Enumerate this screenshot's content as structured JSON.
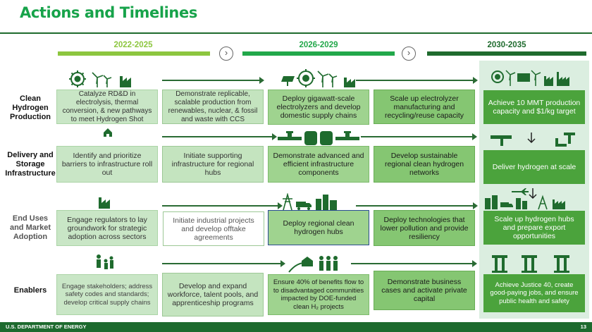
{
  "title": "Actions and Timelines",
  "phases": [
    "2022-2025",
    "2026-2029",
    "2030-2035"
  ],
  "colors": {
    "phase1": "#8dc63f",
    "phase2": "#22a84a",
    "phase3": "#1f6b2e",
    "accent": "#17a34a"
  },
  "rows": [
    {
      "label": [
        "Clean",
        "Hydrogen",
        "Production"
      ],
      "cells": [
        "Catalyze RD&D in electrolysis, thermal conversion, & new pathways to meet Hydrogen Shot",
        "Demonstrate replicable, scalable production from renewables, nuclear, & fossil and waste with CCS",
        "Deploy gigawatt-scale electrolyzers and develop domestic supply chains",
        "Scale up electrolyzer manufacturing and recycling/reuse capacity",
        "Achieve 10 MMT production capacity and $1/kg target"
      ]
    },
    {
      "label": [
        "Delivery and",
        "Storage",
        "Infrastructure"
      ],
      "cells": [
        "Identify and prioritize barriers to infrastructure roll out",
        "Initiate supporting infrastructure for regional hubs",
        "Demonstrate advanced and efficient infrastructure components",
        "Develop sustainable regional clean hydrogen networks",
        "Deliver hydrogen at scale"
      ]
    },
    {
      "label": [
        "End Uses",
        "and Market",
        "Adoption"
      ],
      "cells": [
        "Engage regulators to lay groundwork for strategic adoption across sectors",
        "Initiate industrial projects and develop offtake agreements",
        "Deploy regional clean hydrogen hubs",
        "Deploy technologies that lower pollution and provide resiliency",
        "Scale up hydrogen hubs and prepare export opportunities"
      ]
    },
    {
      "label": [
        "Enablers"
      ],
      "cells": [
        "Engage stakeholders; address safety codes and standards; develop critical supply chains",
        "Develop and expand workforce, talent pools, and apprenticeship programs",
        "Ensure 40% of benefits flow to to disadvantaged communities impacted by DOE-funded clean H₂ projects",
        "Demonstrate business cases and activate private capital",
        "Achieve Justice 40, create good-paying jobs, and ensure public health and safety"
      ]
    }
  ],
  "icons": [
    "gear-icon",
    "wind-turbine-icon",
    "factory-icon",
    "solar-panel-icon",
    "pipe-valve-icon",
    "storage-tank-icon",
    "house-icon",
    "power-tower-icon",
    "truck-icon",
    "city-icon",
    "airplane-icon",
    "people-icon",
    "family-icon",
    "columns-icon",
    "down-arrow-icon",
    "chevron-right-icon"
  ],
  "footer": {
    "org": "U.S. DEPARTMENT OF ENERGY",
    "page": "13"
  }
}
